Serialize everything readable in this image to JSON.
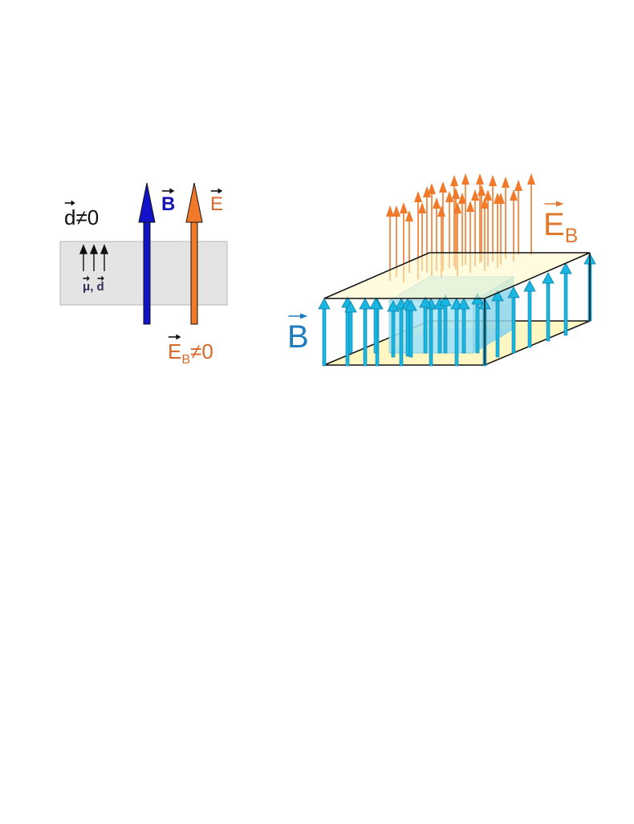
{
  "left_panel": {
    "label_d": "d",
    "label_neq0": "≠0",
    "label_B": "B",
    "label_E": "E",
    "label_mu": "μ",
    "label_comma": ",",
    "label_d_small": "d",
    "label_EB_main": "E",
    "label_EB_sub": "B",
    "label_EB_tail": "≠0"
  },
  "right_panel": {
    "label_B": "B",
    "label_EB_main": "E",
    "label_EB_sub": "B"
  },
  "colors": {
    "blue_dark": "#1212c8",
    "orange": "#f07a2a",
    "label_orange": "#d7692a",
    "label_blue": "#1e7cc0",
    "cyan": "#19b6e2",
    "slab_fill": "#e4e4e4",
    "plate_fill": "#fff7c2",
    "box_fill": "#a6e4f5"
  }
}
